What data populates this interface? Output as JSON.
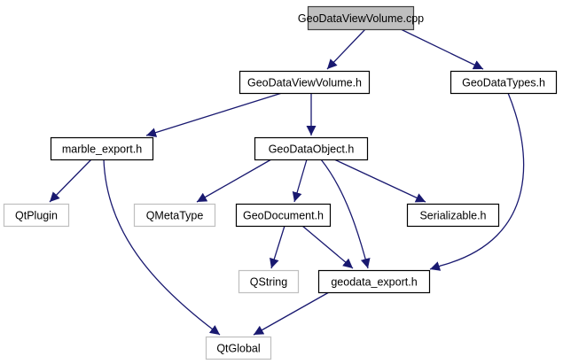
{
  "diagram": {
    "type": "include-dependency-graph",
    "root": "GeoDataViewVolume.cpp",
    "colors": {
      "edge": "#191970",
      "root_fill": "#bfbfbf",
      "node_border": "#000000",
      "external_border": "#bfbfbf",
      "root_border": "#404040"
    },
    "nodes": [
      {
        "id": "root",
        "label": "GeoDataViewVolume.cpp",
        "kind": "root"
      },
      {
        "id": "gdvv_h",
        "label": "GeoDataViewVolume.h",
        "kind": "header"
      },
      {
        "id": "gdtypes_h",
        "label": "GeoDataTypes.h",
        "kind": "header"
      },
      {
        "id": "marble_export_h",
        "label": "marble_export.h",
        "kind": "header"
      },
      {
        "id": "gdobject_h",
        "label": "GeoDataObject.h",
        "kind": "header"
      },
      {
        "id": "qtplugin",
        "label": "QtPlugin",
        "kind": "external"
      },
      {
        "id": "qmetatype",
        "label": "QMetaType",
        "kind": "external"
      },
      {
        "id": "geodocument_h",
        "label": "GeoDocument.h",
        "kind": "header"
      },
      {
        "id": "serializable_h",
        "label": "Serializable.h",
        "kind": "header"
      },
      {
        "id": "qstring",
        "label": "QString",
        "kind": "external"
      },
      {
        "id": "geodata_export_h",
        "label": "geodata_export.h",
        "kind": "header"
      },
      {
        "id": "qtglobal",
        "label": "QtGlobal",
        "kind": "external"
      }
    ],
    "edges": [
      {
        "from": "root",
        "to": "gdvv_h"
      },
      {
        "from": "root",
        "to": "gdtypes_h"
      },
      {
        "from": "gdvv_h",
        "to": "marble_export_h"
      },
      {
        "from": "gdvv_h",
        "to": "gdobject_h"
      },
      {
        "from": "gdtypes_h",
        "to": "geodata_export_h"
      },
      {
        "from": "marble_export_h",
        "to": "qtplugin"
      },
      {
        "from": "marble_export_h",
        "to": "qtglobal"
      },
      {
        "from": "gdobject_h",
        "to": "qmetatype"
      },
      {
        "from": "gdobject_h",
        "to": "geodocument_h"
      },
      {
        "from": "gdobject_h",
        "to": "serializable_h"
      },
      {
        "from": "gdobject_h",
        "to": "geodata_export_h"
      },
      {
        "from": "geodocument_h",
        "to": "qstring"
      },
      {
        "from": "geodocument_h",
        "to": "geodata_export_h"
      },
      {
        "from": "geodata_export_h",
        "to": "qtglobal"
      }
    ]
  }
}
